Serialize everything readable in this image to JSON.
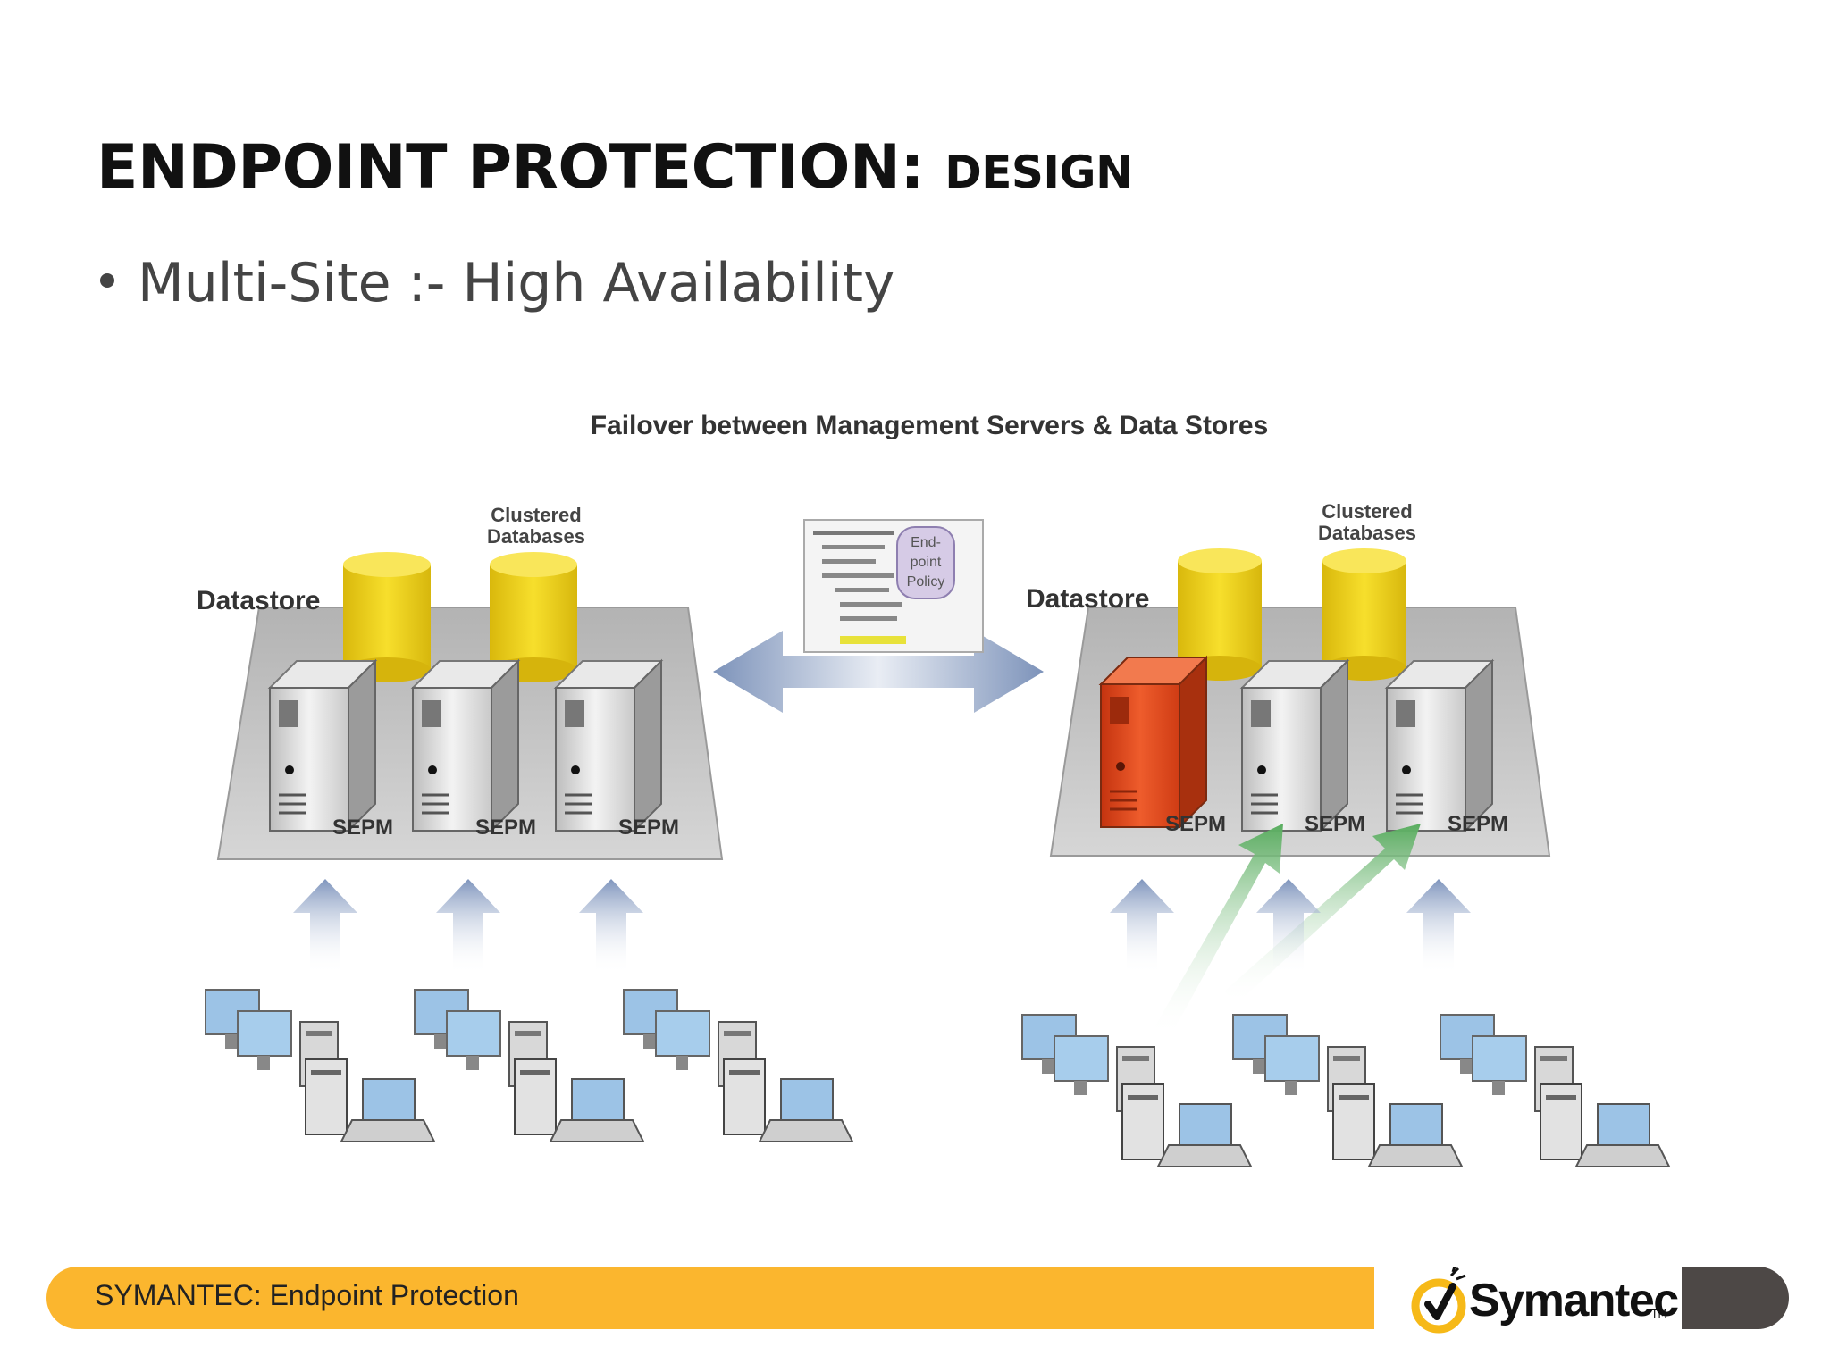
{
  "slide": {
    "title_main": "ENDPOINT PROTECTION:",
    "title_sub": "DESIGN",
    "bullet": "Multi-Site :- High Availability"
  },
  "diagram": {
    "caption": "Failover between Management Servers & Data Stores",
    "left_site": {
      "datastore_label": "Datastore",
      "databases_label_line1": "Clustered",
      "databases_label_line2": "Databases",
      "servers": [
        "SEPM",
        "SEPM",
        "SEPM"
      ]
    },
    "right_site": {
      "datastore_label": "Datastore",
      "databases_label_line1": "Clustered",
      "databases_label_line2": "Databases",
      "servers": [
        "SEPM",
        "SEPM",
        "SEPM"
      ],
      "failed_server_index": 0
    },
    "policy_window": {
      "label_line1": "End-",
      "label_line2": "point",
      "label_line3": "Policy"
    },
    "colors": {
      "database": "#f2d21a",
      "platform": "#c3c3c3",
      "server": "#d8d8d8",
      "failed_server": "#e0461b",
      "up_arrow": "#7f95bd",
      "failover_arrow": "#59ad5f",
      "sync_arrow": "#8fa3c4"
    }
  },
  "footer": {
    "text": "SYMANTEC: Endpoint Protection",
    "logo_text": "Symantec",
    "logo_tm": "TM",
    "bar_color": "#fbb62e",
    "tab_color": "#4d4846"
  }
}
